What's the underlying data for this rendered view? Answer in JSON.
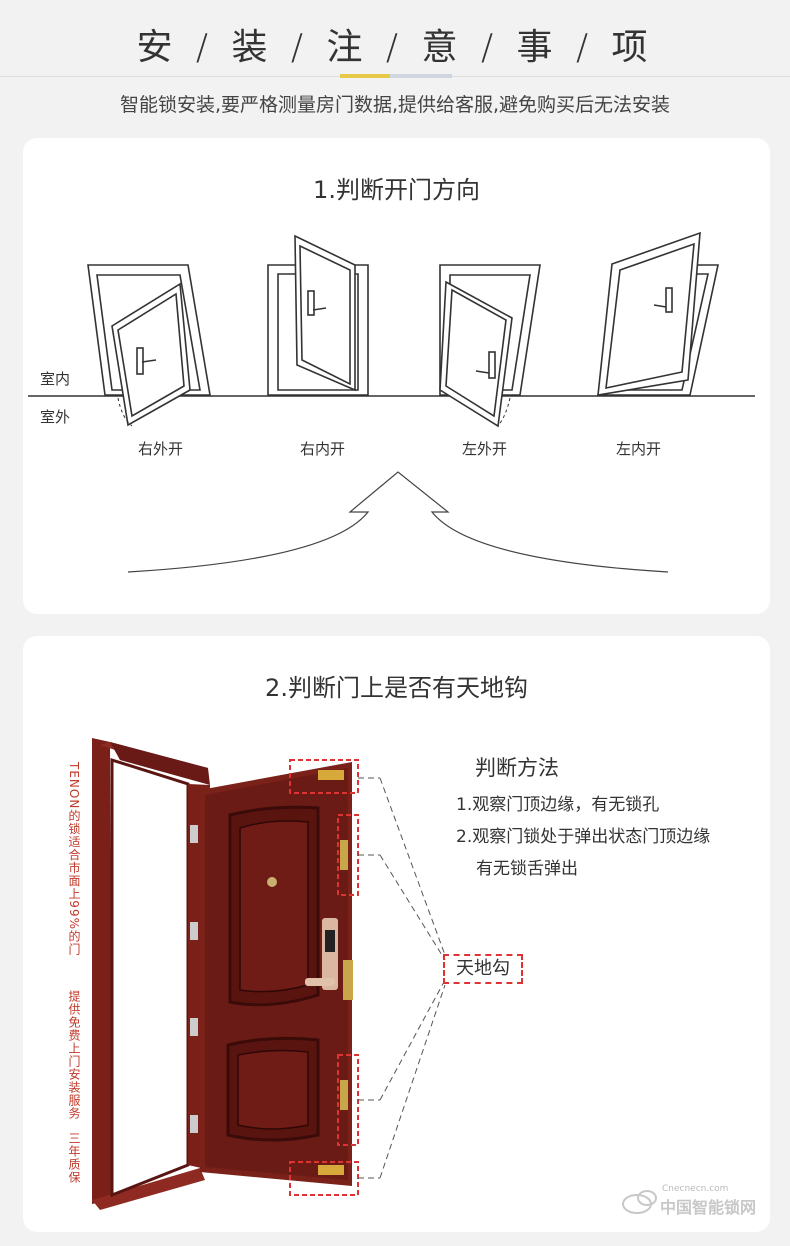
{
  "header": {
    "title": "安 / 装 / 注 / 意 / 事 / 项",
    "subtitle": "智能锁安装,要严格测量房门数据,提供给客服,避免购买后无法安装"
  },
  "section1": {
    "title": "1.判断开门方向",
    "indoor_label": "室内",
    "outdoor_label": "室外",
    "doors": [
      {
        "label": "右外开",
        "icon": "door-right-outward-icon"
      },
      {
        "label": "右内开",
        "icon": "door-right-inward-icon"
      },
      {
        "label": "左外开",
        "icon": "door-left-outward-icon"
      },
      {
        "label": "左内开",
        "icon": "door-left-inward-icon"
      }
    ]
  },
  "section2": {
    "title": "2.判断门上是否有天地钩",
    "method_title": "判断方法",
    "method_lines": [
      "1.观察门顶边缘，有无锁孔",
      "2.观察门锁处于弹出状态门顶边缘",
      "有无锁舌弹出"
    ],
    "callout_label": "天地勾",
    "side_text_1": "TENON的锁适合市面上99%的门",
    "side_text_2": "提供免费上门安装服务",
    "side_text_3": "三年质保"
  },
  "watermark": {
    "small_text": "Cnecnecn.com",
    "text": "中国智能锁网"
  },
  "colors": {
    "page_bg": "#f2f2f2",
    "card_bg": "#ffffff",
    "accent_yellow": "#e7c94a",
    "accent_gray": "#cfd6df",
    "door_red": "#6a1a16",
    "dashed_red": "#dd3333"
  }
}
